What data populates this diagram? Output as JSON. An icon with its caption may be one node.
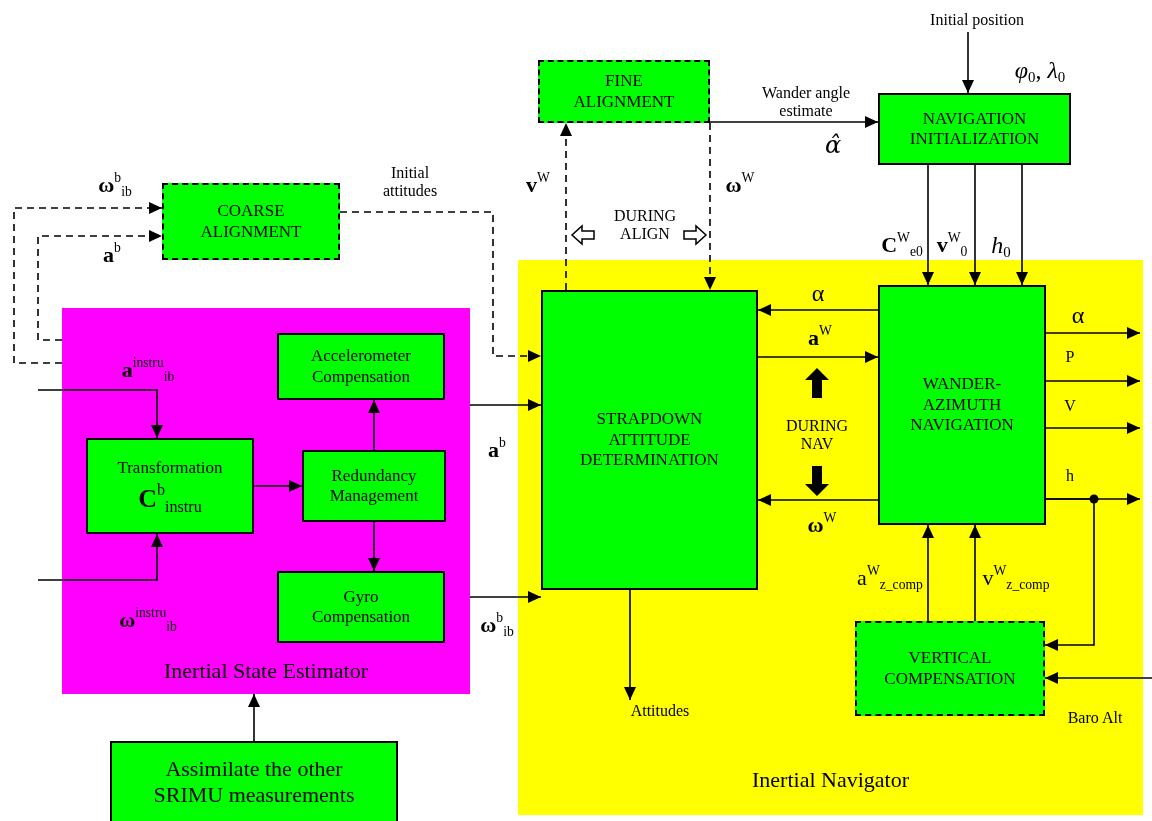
{
  "diagram": {
    "nodes": [
      {
        "text": [
          "Inertial State Estimator"
        ]
      },
      {
        "text": [
          "Accelerometer Compensation"
        ],
        "in": 0
      },
      {
        "text": [
          "Transformation",
          "**C**$^{b}$$_{instru}$"
        ],
        "in": 0
      },
      {
        "text": [
          "Redundancy Management"
        ],
        "in": 0
      },
      {
        "text": [
          "Gyro Compensation"
        ],
        "in": 0
      },
      {
        "text": [
          "Assimilate the other SRIMU measurements"
        ]
      },
      {
        "text": [
          "COARSE ALIGNMENT"
        ]
      },
      {
        "text": [
          "FINE ALIGNMENT"
        ]
      },
      {
        "text": [
          "NAVIGATION INITIALIZATION"
        ]
      },
      {
        "text": [
          "Inertial Navigator"
        ]
      },
      {
        "text": [
          "STRAPDOWN ATTITUDE DETERMINATION"
        ],
        "in": 9
      },
      {
        "text": [
          "WANDER-AZIMUTH NAVIGATION"
        ],
        "in": 9
      },
      {
        "text": [
          "VERTICAL COMPENSATION"
        ],
        "in": 9
      },
      {
        "text": [
          "Attitudes"
        ],
        "in": 9
      },
      {
        "text": [
          "Initial position"
        ]
      }
    ],
    "edges": [
      {
        "from": 0,
        "to": 6,
        "arrow": "to",
        "style": "dashed",
        "label": "**ω**$^{b}$$_{ib}$"
      },
      {
        "from": 0,
        "to": 6,
        "arrow": "to",
        "style": "dashed",
        "label": "**a**$^{b}$"
      },
      {
        "from": 6,
        "to": 10,
        "arrow": "to",
        "style": "dashed",
        "label": "Initial attitudes"
      },
      {
        "from": null,
        "to": 2,
        "arrow": "to",
        "label": "**a**$^{instru}$$_{ib}$"
      },
      {
        "from": null,
        "to": 2,
        "arrow": "to",
        "label": "**ω**$^{instru}$$_{ib}$"
      },
      {
        "from": 2,
        "to": 3,
        "arrow": "to"
      },
      {
        "from": 3,
        "to": 1,
        "arrow": "to"
      },
      {
        "from": 3,
        "to": 4,
        "arrow": "to"
      },
      {
        "from": 0,
        "to": 10,
        "arrow": "to",
        "label": "**a**$^{b}$"
      },
      {
        "from": 0,
        "to": 10,
        "arrow": "to",
        "label": "**ω**$^{b}$$_{ib}$"
      },
      {
        "from": 5,
        "to": 0,
        "arrow": "to"
      },
      {
        "from": 10,
        "to": 7,
        "arrow": "to",
        "style": "dashed",
        "label": "**v**$^{W}$"
      },
      {
        "from": 7,
        "to": 10,
        "arrow": "to",
        "style": "dashed",
        "label": "**ω**$^{W}$"
      },
      {
        "from": 7,
        "to": 8,
        "arrow": "to",
        "label": "Wander angle estimate"
      },
      {
        "from": 14,
        "to": 8,
        "arrow": "to",
        "label": "*φ*$_{0}$,  *λ*$_{0}$"
      },
      {
        "from": 8,
        "to": 11,
        "arrow": "to",
        "label": "**C**$^{W}$$_{e0}$"
      },
      {
        "from": 8,
        "to": 11,
        "arrow": "to",
        "label": "**v**$^{W}$$_{0}$"
      },
      {
        "from": 8,
        "to": 11,
        "arrow": "to",
        "label": "*h*$_{0}$"
      },
      {
        "from": 11,
        "to": 10,
        "arrow": "to",
        "label": "α"
      },
      {
        "from": 10,
        "to": 11,
        "arrow": "to",
        "label": "**a**$^{W}$"
      },
      {
        "from": 11,
        "to": 10,
        "arrow": "to",
        "label": "**ω**$^{W}$"
      },
      {
        "from": 11,
        "to": null,
        "arrow": "to",
        "label": "α"
      },
      {
        "from": 11,
        "to": null,
        "arrow": "to",
        "label": "P"
      },
      {
        "from": 11,
        "to": null,
        "arrow": "to",
        "label": "V"
      },
      {
        "from": 11,
        "to": null,
        "arrow": "to",
        "label": "h"
      },
      {
        "from": 11,
        "to": 12,
        "arrow": "to"
      },
      {
        "from": null,
        "to": 12,
        "arrow": "to",
        "label": "Baro Alt"
      },
      {
        "from": 12,
        "to": 11,
        "arrow": "to",
        "label": "a$^{W}$$_{z_comp}$"
      },
      {
        "from": 12,
        "to": 11,
        "arrow": "to",
        "label": "v$^{W}$$_{z_comp}$"
      },
      {
        "from": 10,
        "to": 13,
        "arrow": "to"
      }
    ],
    "labels": [
      "DURING ALIGN",
      "α̂",
      "DURING NAV"
    ]
  }
}
